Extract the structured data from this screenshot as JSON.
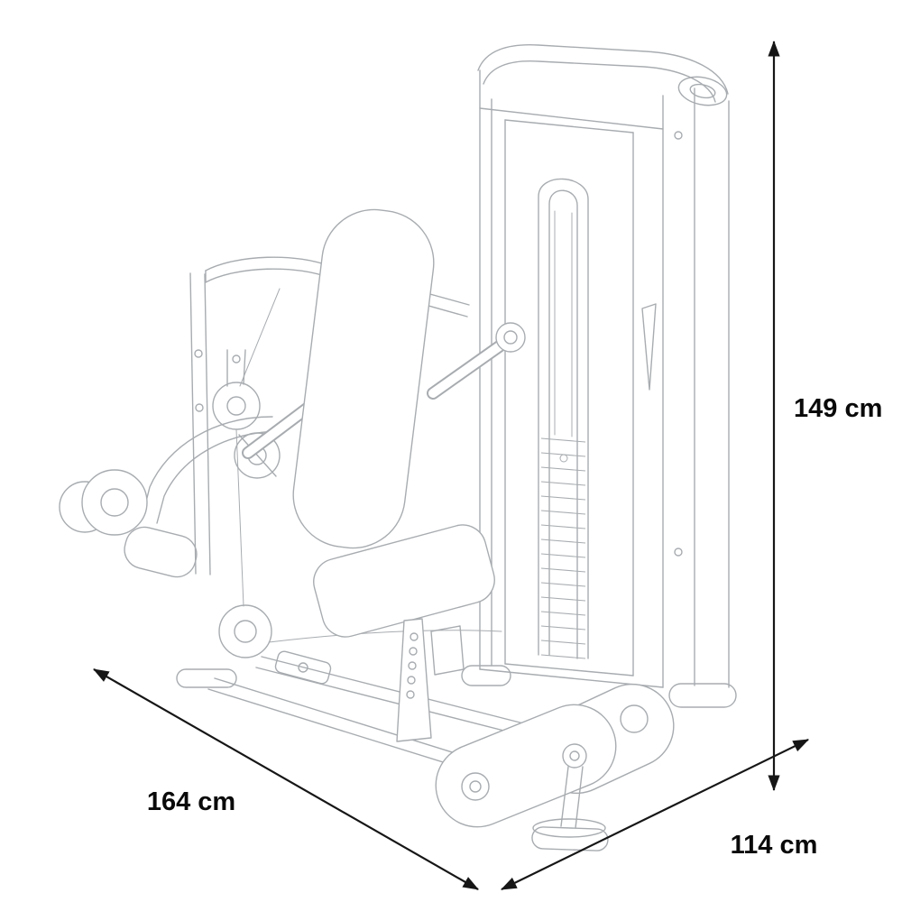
{
  "diagram": {
    "subject": "seated-dip gym machine technical line drawing with dimensions",
    "drawing_line_color": "#a8acb0",
    "dimension_line_color": "#161616",
    "label_color": "#0a0a0a",
    "dimensions": {
      "height": {
        "label": "149 cm"
      },
      "width": {
        "label": "164 cm"
      },
      "depth": {
        "label": "114 cm"
      }
    }
  }
}
